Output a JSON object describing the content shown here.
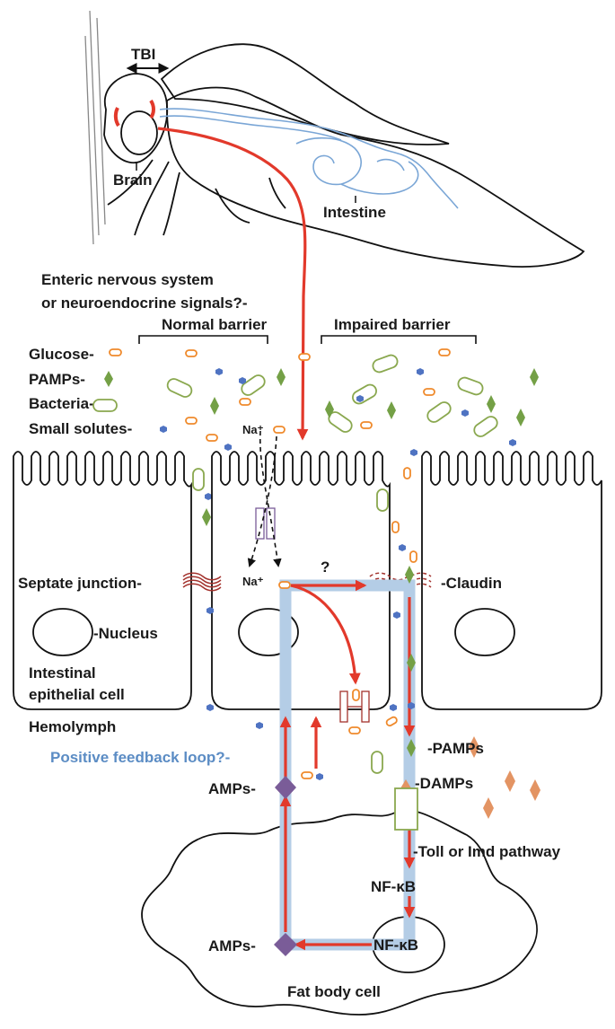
{
  "labels": {
    "tbi": "TBI",
    "brain": "Brain",
    "intestine": "Intestine",
    "enteric_line1": "Enteric nervous system",
    "enteric_line2": "or neuroendocrine signals?-",
    "normal_barrier": "Normal barrier",
    "impaired_barrier": "Impaired barrier",
    "glucose": "Glucose-",
    "pamps_legend": "PAMPs-",
    "bacteria": "Bacteria-",
    "small_solutes": "Small solutes-",
    "na_top": "Na⁺",
    "na_bottom": "Na⁺",
    "question": "?",
    "septate_junction": "Septate junction-",
    "claudin": "-Claudin",
    "nucleus": "-Nucleus",
    "epithelial_line1": "Intestinal",
    "epithelial_line2": "epithelial cell",
    "hemolymph": "Hemolymph",
    "positive_feedback": "Positive feedback loop?-",
    "amps_top": "AMPs-",
    "pamps_right": "-PAMPs",
    "damps": "-DAMPs",
    "toll_imd": "-Toll or Imd pathway",
    "nfkb_top": "NF-κB",
    "nfkb_bottom": "NF-κB",
    "amps_bottom": "AMPs-",
    "fat_body": "Fat body cell"
  },
  "colors": {
    "red_arrow": "#e2392b",
    "loop_blue": "#b4cde6",
    "feedback_text": "#5b8cc4",
    "gut_blue": "#7aa6d6",
    "glucose_orange": "#ef8a2c",
    "bacteria_green": "#8aa84f",
    "pamp_green": "#74a046",
    "damp_orange": "#e39463",
    "solute_blue": "#4f73c2",
    "amp_purple": "#7a5c98",
    "junction_red": "#a3322d"
  }
}
